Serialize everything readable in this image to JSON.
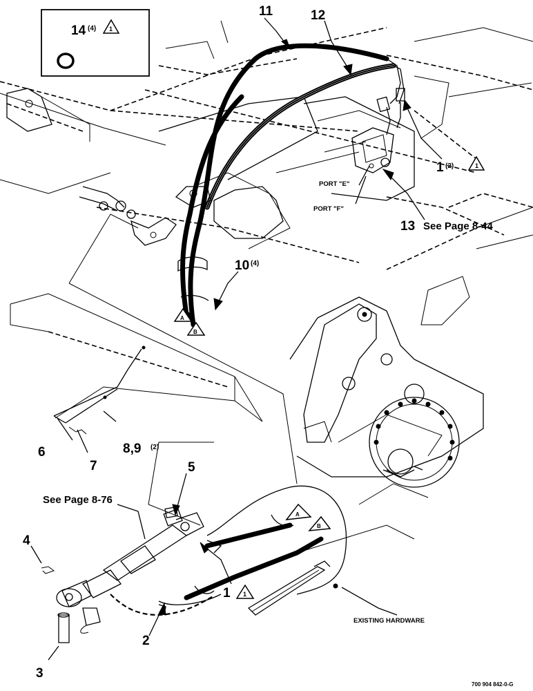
{
  "legend_box": {
    "item": "14",
    "qty": "(4)",
    "note": "1"
  },
  "callouts": {
    "c11": "11",
    "c12": "12",
    "c1_top": "1",
    "c1_top_qty": "(2)",
    "c1_top_note": "1",
    "port_e": "PORT \"E\"",
    "port_f": "PORT \"F\"",
    "c13": "13",
    "c13_ref": "See Page 8-44",
    "c10": "10",
    "c10_qty": "(4)",
    "marker_a": "A",
    "marker_b": "B",
    "c6": "6",
    "c7": "7",
    "c89": "8,9",
    "c89_qty": "(2)",
    "c5": "5",
    "see_8_76": "See Page 8-76",
    "c4": "4",
    "c1_bottom": "1",
    "c1_bottom_note": "1",
    "c2": "2",
    "c3": "3",
    "existing": "EXISTING HARDWARE",
    "doc_number": "700 904 842-0-G"
  }
}
